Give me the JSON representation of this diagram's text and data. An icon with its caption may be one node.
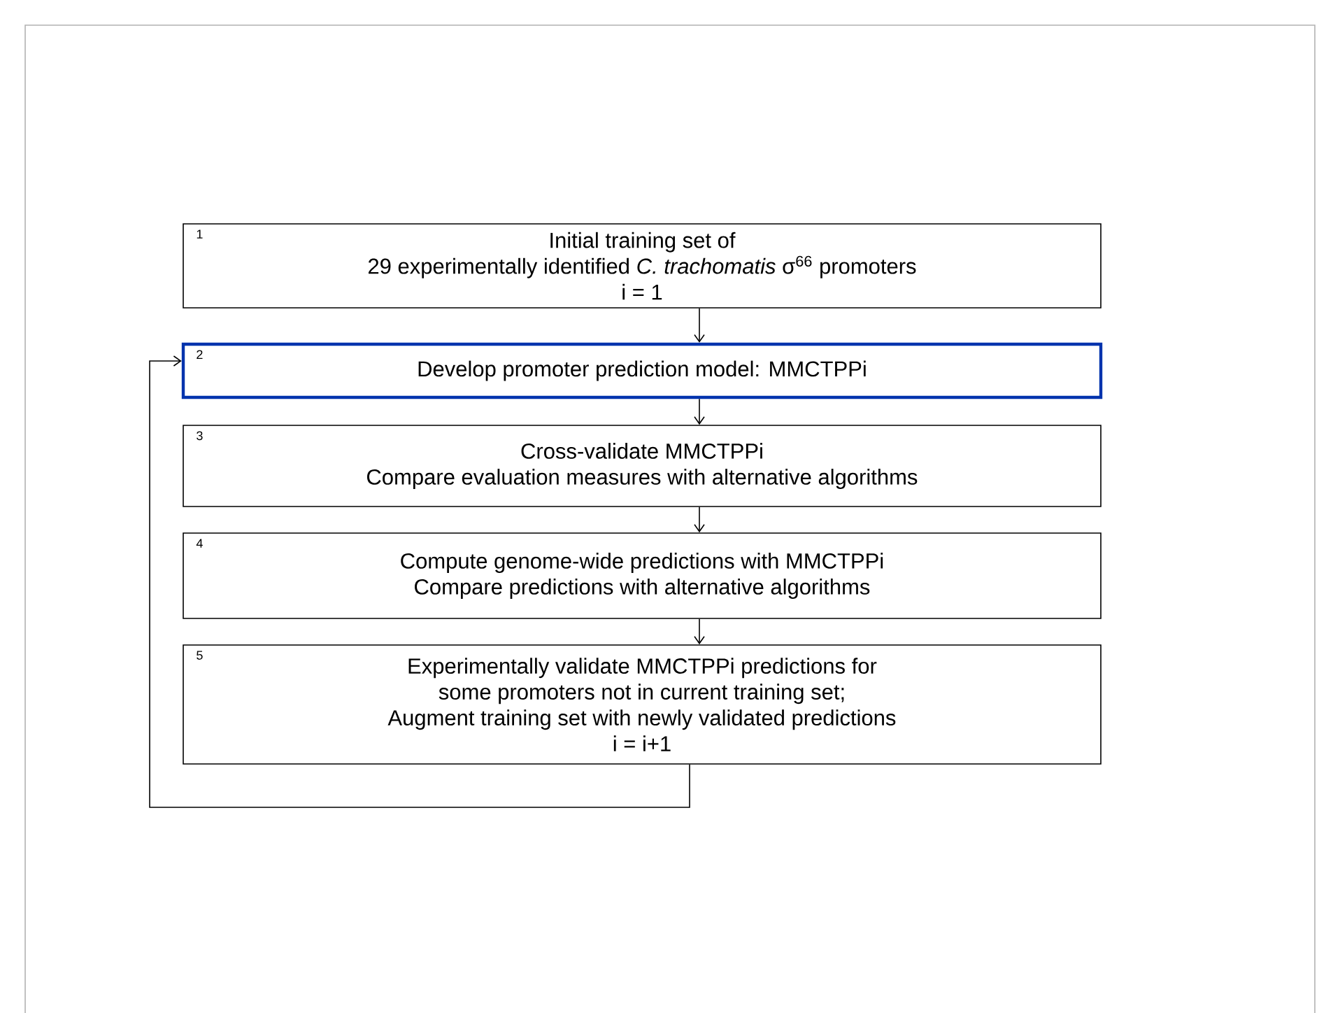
{
  "diagram": {
    "nodes": [
      {
        "text": [
          "1",
          "Initial training set of",
          "29 experimentally identified *C. trachomatis* σ$^{66}$ promoters",
          "i = 1"
        ]
      },
      {
        "text": [
          "2",
          "Develop promoter prediction model: MMCTPPi"
        ]
      },
      {
        "text": [
          "3",
          "Cross-validate MMCTPPi",
          "Compare evaluation measures with alternative algorithms"
        ]
      },
      {
        "text": [
          "4",
          "Compute genome-wide predictions with MMCTPPi",
          "Compare predictions with alternative algorithms"
        ]
      },
      {
        "text": [
          "5",
          "Experimentally validate MMCTPPi predictions for",
          "some promoters not in current training set;",
          "Augment training set with newly validated predictions",
          "i = i+1"
        ]
      }
    ],
    "edges": [
      {
        "from": 0,
        "to": 1,
        "arrow": "to"
      },
      {
        "from": 1,
        "to": 2,
        "arrow": "to"
      },
      {
        "from": 2,
        "to": 3,
        "arrow": "to"
      },
      {
        "from": 3,
        "to": 4,
        "arrow": "to"
      },
      {
        "from": 4,
        "to": 1,
        "arrow": "to"
      }
    ]
  }
}
